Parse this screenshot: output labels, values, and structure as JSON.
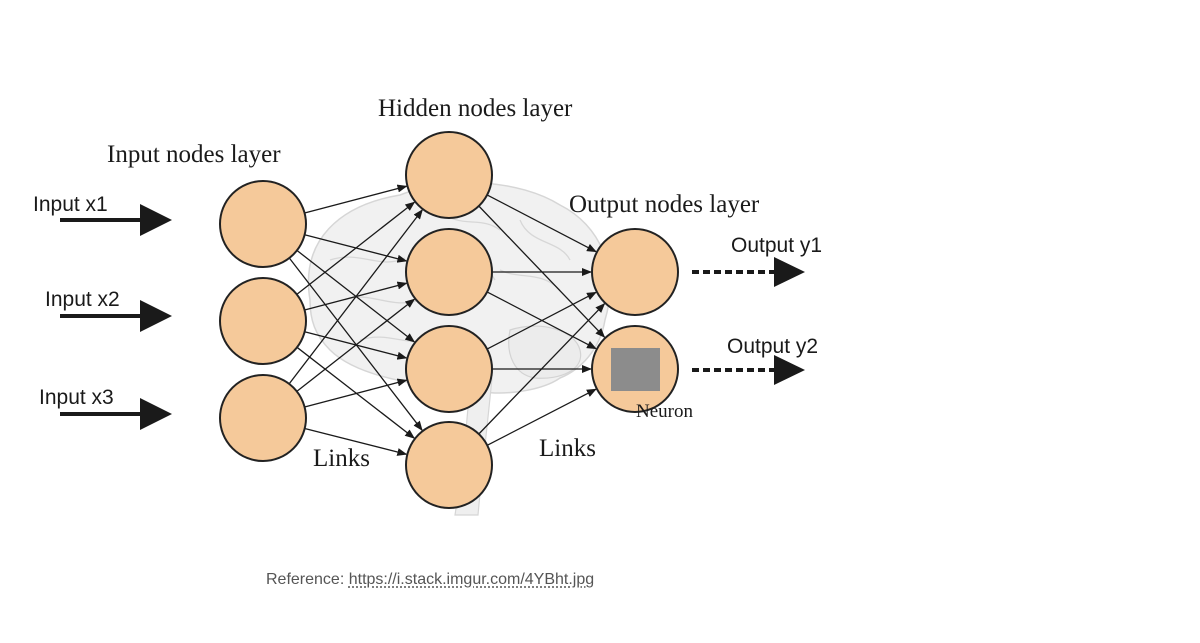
{
  "diagram": {
    "layers": {
      "input": "Input nodes layer",
      "hidden": "Hidden nodes layer",
      "output": "Output nodes layer"
    },
    "inputs": [
      "Input x1",
      "Input x2",
      "Input x3"
    ],
    "outputs": [
      "Output y1",
      "Output y2"
    ],
    "links_label_left": "Links",
    "links_label_right": "Links",
    "neuron_label": "Neuron",
    "colors": {
      "node_fill": "#f5c99a",
      "neuron_box": "#8c8c8c",
      "brain": "#d3d3d3"
    }
  },
  "reference": {
    "label": "Reference:",
    "url": "https://i.stack.imgur.com/4YBht.jpg"
  }
}
